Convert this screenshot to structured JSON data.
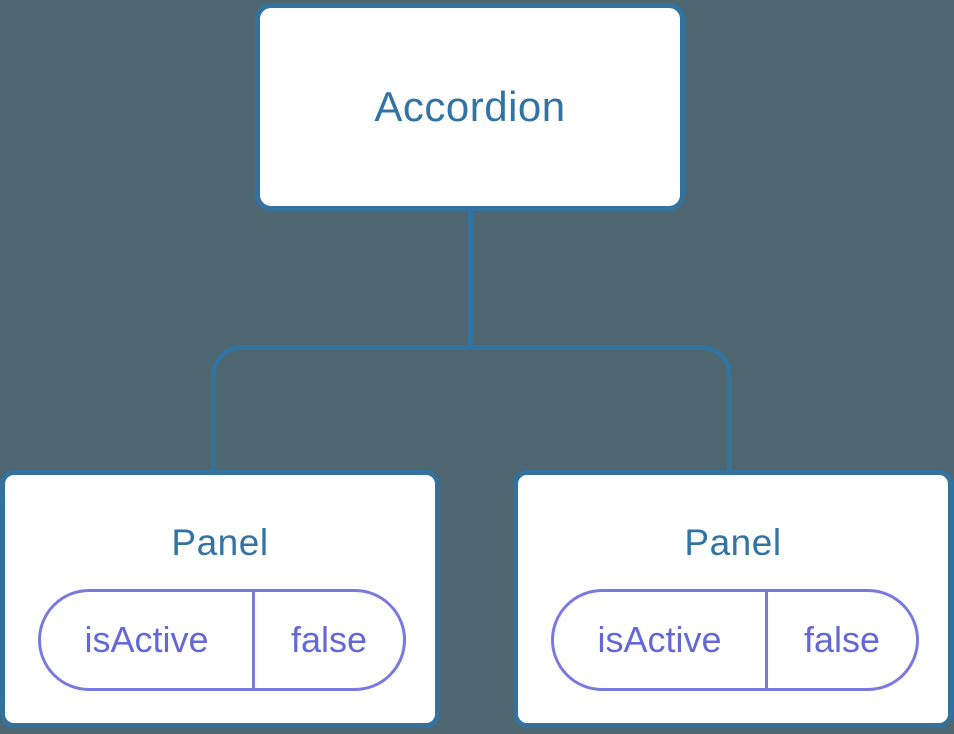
{
  "diagram": {
    "description": "Component tree diagram: root component with two child components each holding state",
    "root": {
      "label": "Accordion"
    },
    "children": [
      {
        "label": "Panel",
        "state": {
          "key": "isActive",
          "value": "false"
        }
      },
      {
        "label": "Panel",
        "state": {
          "key": "isActive",
          "value": "false"
        }
      }
    ],
    "colors": {
      "background": "#4d6670",
      "node_fill": "#ffffff",
      "node_border": "#33719e",
      "title_text": "#3273a3",
      "pill_border": "#7a7ade",
      "pill_text": "#6468d6"
    }
  }
}
